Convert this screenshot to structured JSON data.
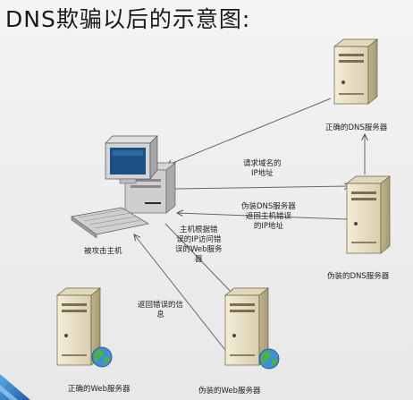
{
  "title": "DNS欺骗以后的示意图:",
  "nodes": {
    "correct_dns": "正确的DNS服务器",
    "fake_dns": "伪装的DNS服务器",
    "victim": "被攻击主机",
    "correct_web": "正确的Web服务器",
    "fake_web": "伪装的Web服务器"
  },
  "edges": {
    "request_ip": [
      "请求域名的",
      "IP地址"
    ],
    "fake_dns_reply": [
      "伪装DNS服务器",
      "返回主机错误",
      "的IP地址"
    ],
    "victim_access": [
      "主机根据错",
      "误的IP访问错",
      "误的Web服务",
      "器"
    ],
    "wrong_info": [
      "返回错误的信",
      "息"
    ]
  }
}
